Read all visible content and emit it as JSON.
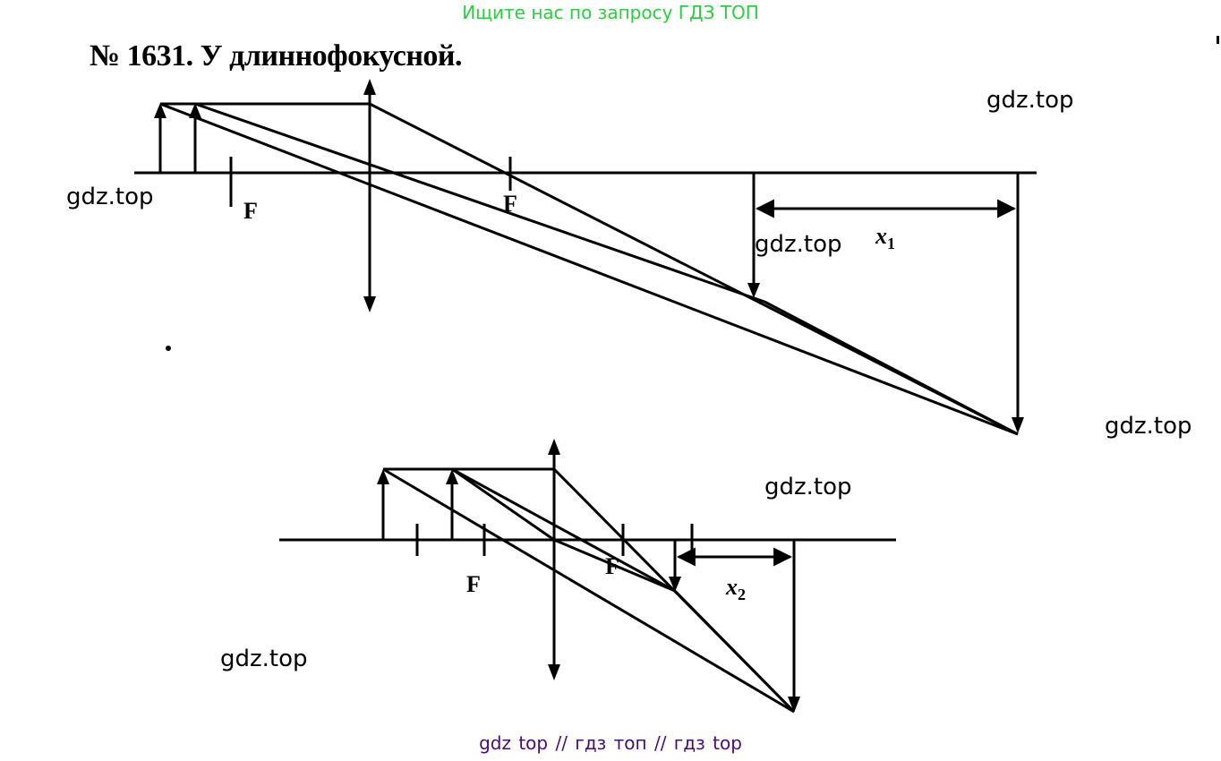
{
  "banner": {
    "text": "Ищите нас по запросу ГДЗ ТОП",
    "color": "#2ecc40"
  },
  "title": "№ 1631. У длиннофокусной.",
  "watermarks": [
    "gdz.top",
    "gdz.top",
    "gdz.top",
    "gdz.top",
    "gdz.top",
    "gdz.top"
  ],
  "diagram_top": {
    "focus_left": "F",
    "focus_right": "F",
    "distance_label": "x",
    "distance_subscript": "1"
  },
  "diagram_bottom": {
    "focus_left": "F",
    "focus_right": "F",
    "distance_label": "x",
    "distance_subscript": "2"
  },
  "footer": {
    "text": "gdz top  //  гдз топ  //  гдз top",
    "color": "#4b0a7a"
  },
  "colors": {
    "ink": "#000000"
  }
}
